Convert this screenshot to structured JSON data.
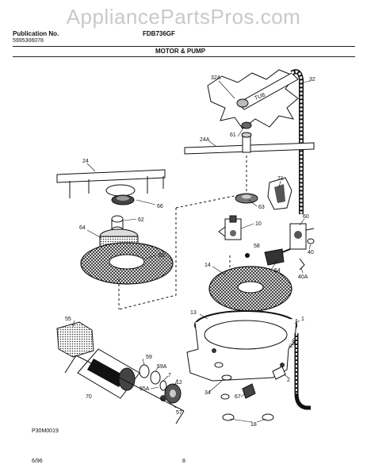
{
  "watermark": "AppliancePartsPros.com",
  "header": {
    "publication_label": "Publication No.",
    "publication_number": "5995306078",
    "model": "FDB736GF",
    "section_title": "MOTOR & PUMP"
  },
  "figure_code": "P30M0019",
  "footer": {
    "date": "6/96",
    "page_number": "8"
  },
  "part_labels": {
    "p32A": "32A",
    "p32": "32",
    "p61": "61",
    "p24A": "24A",
    "p24": "24",
    "p71": "71",
    "p66": "66",
    "p63": "63",
    "p62": "62",
    "p64": "64",
    "p10": "10",
    "p60": "60",
    "p58": "58",
    "p65": "65",
    "p40": "40",
    "p54": "54",
    "p14": "14",
    "p40A": "40A",
    "p13": "13",
    "p1": "1",
    "p55": "55",
    "p59": "59",
    "p59A": "59A",
    "p7": "7",
    "p55A": "55A",
    "p12": "12",
    "p2": "2",
    "p34": "34",
    "p57": "57",
    "p67": "67",
    "p70": "70",
    "p18": "18"
  }
}
